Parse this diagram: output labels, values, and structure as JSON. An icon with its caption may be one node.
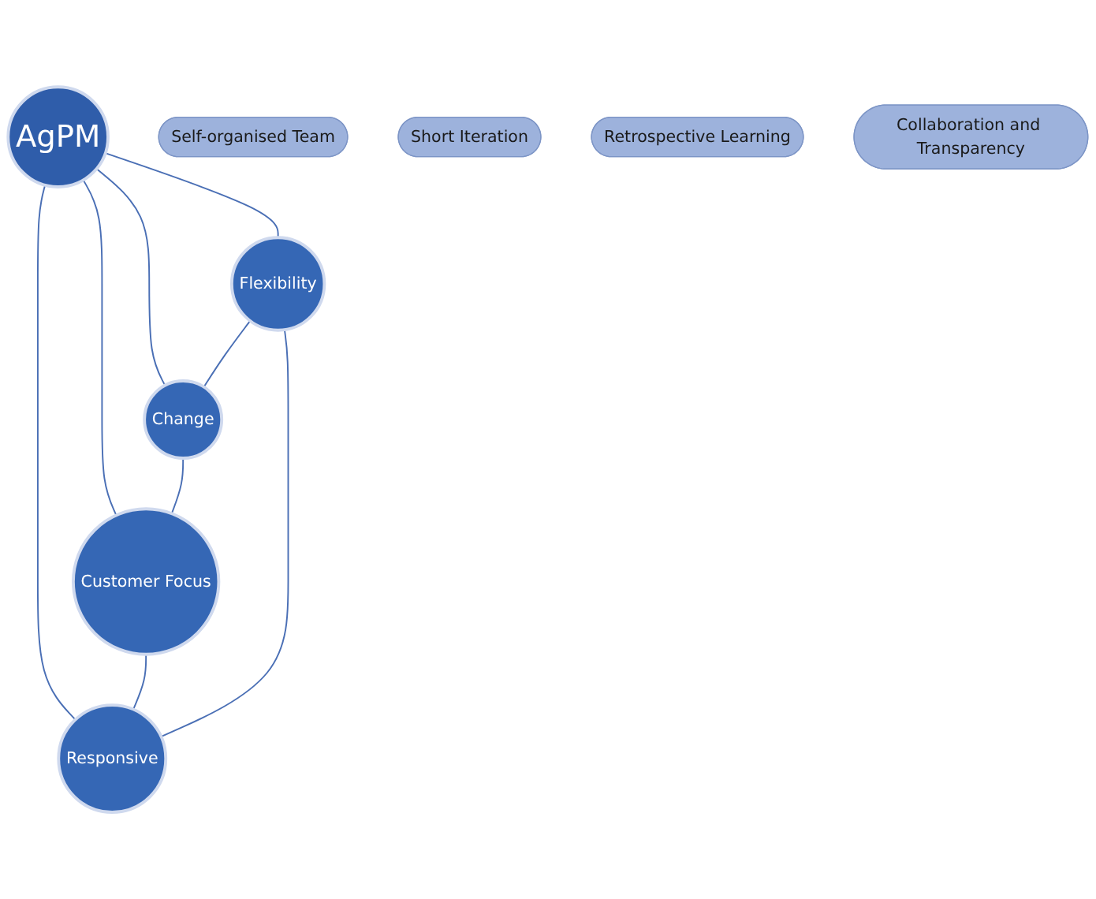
{
  "diagram": {
    "nodes": [
      {
        "text": [
          "AgPM"
        ]
      },
      {
        "text": [
          "Flexibility"
        ]
      },
      {
        "text": [
          "Responsive"
        ]
      },
      {
        "text": [
          "Change"
        ]
      },
      {
        "text": [
          "Customer Focus"
        ]
      },
      {
        "text": [
          "Self-organised Team"
        ]
      },
      {
        "text": [
          "Short Iteration"
        ]
      },
      {
        "text": [
          "Retrospective Learning"
        ]
      },
      {
        "text": [
          "Collaboration and Transparency"
        ]
      }
    ],
    "edges": [
      {
        "from": 0,
        "to": 1,
        "arrow": "none"
      },
      {
        "from": 0,
        "to": 2,
        "arrow": "none"
      },
      {
        "from": 0,
        "to": 3,
        "arrow": "none"
      },
      {
        "from": 0,
        "to": 4,
        "arrow": "none"
      },
      {
        "from": 1,
        "to": 3,
        "arrow": "none"
      },
      {
        "from": 3,
        "to": 4,
        "arrow": "none"
      },
      {
        "from": 4,
        "to": 2,
        "arrow": "none"
      },
      {
        "from": 2,
        "to": 1,
        "arrow": "none"
      }
    ]
  }
}
